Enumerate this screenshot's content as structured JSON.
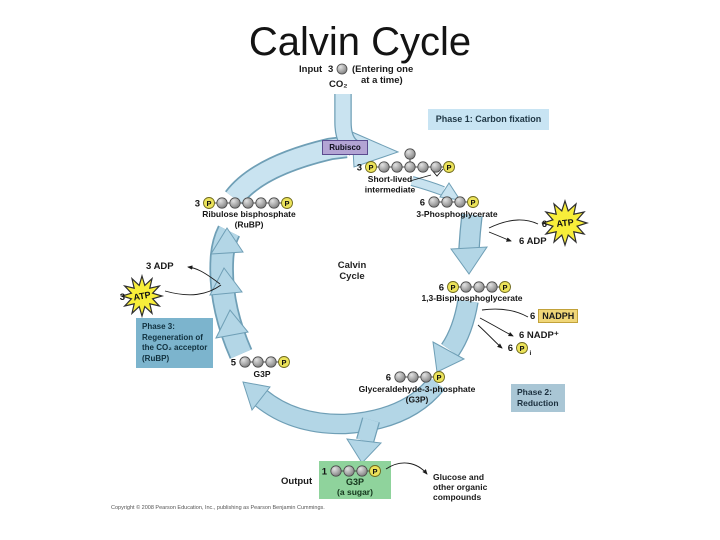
{
  "title": "Calvin Cycle",
  "input": {
    "label": "Input",
    "count": "3",
    "note1": "(Entering one",
    "note2": "at a time)",
    "molecule": "CO₂"
  },
  "enzyme_label": "Rubisco",
  "center": {
    "line1": "Calvin",
    "line2": "Cycle"
  },
  "phase1": {
    "label": "Phase 1: Carbon fixation"
  },
  "phase2": {
    "line1": "Phase 2:",
    "line2": "Reduction"
  },
  "phase3": {
    "line1": "Phase 3:",
    "line2": "Regeneration of",
    "line3": "the CO₂ acceptor",
    "line4": "(RuBP)"
  },
  "chains": {
    "short_lived": {
      "count": "3",
      "p_start": true,
      "balls": 5,
      "p_end": true,
      "extra_ball": true,
      "label1": "Short-lived",
      "label2": "intermediate"
    },
    "rubp": {
      "count": "3",
      "p_start": true,
      "balls": 5,
      "p_end": true,
      "label1": "Ribulose bisphosphate",
      "label2": "(RuBP)"
    },
    "pg3": {
      "count": "6",
      "balls": 3,
      "p_end": true,
      "label1": "3-Phosphoglycerate"
    },
    "bpg": {
      "count": "6",
      "p_start": true,
      "balls": 3,
      "p_end": true,
      "label1": "1,3-Bisphosphoglycerate"
    },
    "g3p_right": {
      "count": "6",
      "balls": 3,
      "p_end": true,
      "label1": "Glyceraldehyde-3-phosphate",
      "label2": "(G3P)"
    },
    "g3p_left": {
      "count": "5",
      "balls": 3,
      "p_end": true,
      "label1": "G3P"
    },
    "g3p_out": {
      "count": "1",
      "balls": 3,
      "p_end": true
    }
  },
  "cofactors": {
    "atp6": {
      "count": "6",
      "label": "ATP"
    },
    "adp6": {
      "label": "6 ADP"
    },
    "nadph": {
      "count": "6",
      "label": "NADPH"
    },
    "nadp": {
      "label": "6 NADP⁺"
    },
    "pi": {
      "count": "6",
      "p": "P",
      "sub": "i"
    },
    "adp3": {
      "label": "3 ADP"
    },
    "atp3": {
      "count": "3",
      "label": "ATP"
    }
  },
  "output": {
    "label": "Output",
    "g3p": "G3P",
    "sugar": "(a sugar)",
    "glucose1": "Glucose and",
    "glucose2": "other organic",
    "glucose3": "compounds"
  },
  "copyright": "Copyright © 2008 Pearson Education, Inc., publishing as Pearson Benjamin Cummings.",
  "colors": {
    "phase1_bg": "#c8e4f3",
    "phase2_bg": "#a9c6d5",
    "phase3_bg": "#7cb4cd",
    "rubisco_bg": "#b3a4d4",
    "nadph_bg": "#f0d678",
    "output_bg": "#8fd39c",
    "atp_star": "#f8ee3a",
    "arc": "#b3d6e6",
    "arc_edge": "#6f9fb6",
    "p_fill": "#ece35a",
    "ball_fill": "#a8a8a8"
  }
}
